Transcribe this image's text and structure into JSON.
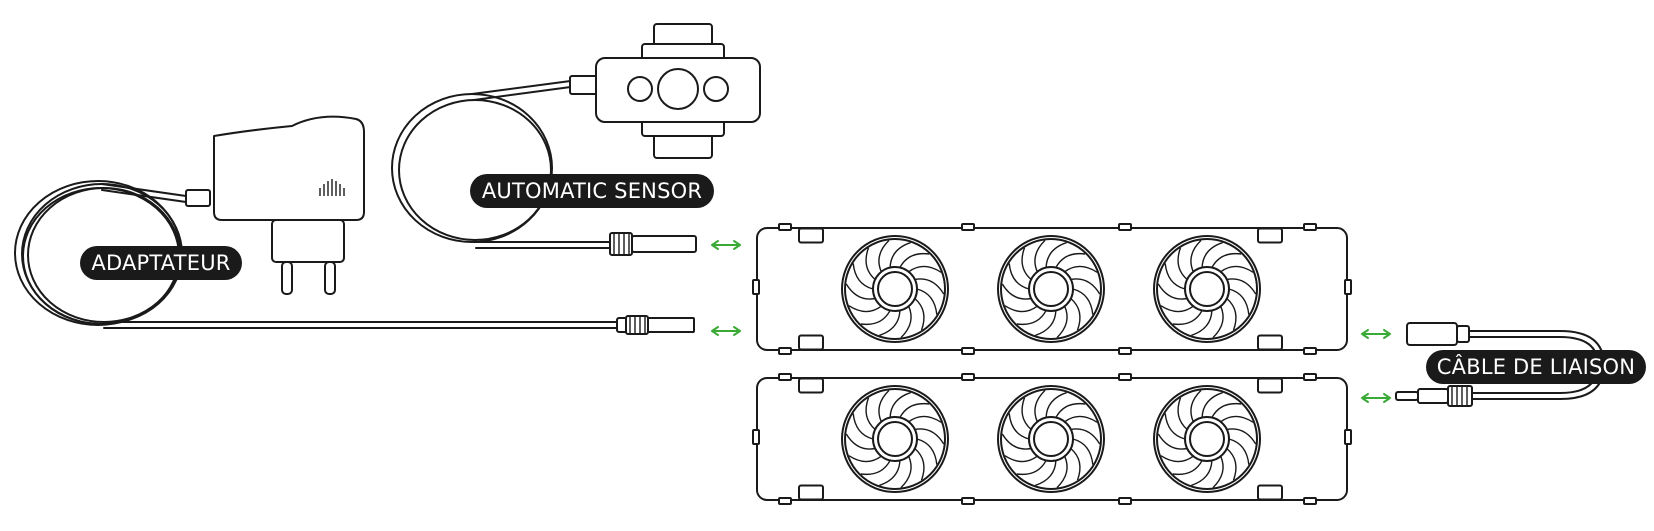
{
  "labels": {
    "adapter": "ADAPTATEUR",
    "sensor": "AUTOMATIC SENSOR",
    "link_cable": "CÂBLE DE LIAISON"
  },
  "colors": {
    "line": "#1a1a1a",
    "label_background": "#1a1a1a",
    "label_text": "#ffffff",
    "connection_arrow": "#3aaa35"
  }
}
